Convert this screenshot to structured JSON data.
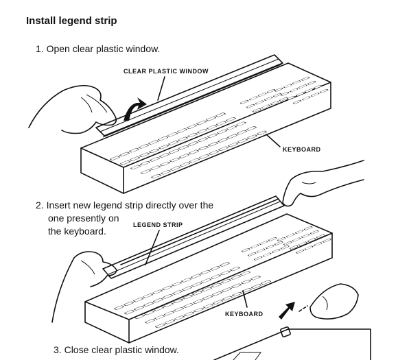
{
  "document": {
    "heading": "Install legend strip",
    "steps": [
      {
        "number": "1.",
        "text": "Open clear plastic window."
      },
      {
        "number": "2.",
        "text_lines": [
          "Insert new legend strip directly over the",
          "one presently on",
          "the keyboard."
        ]
      },
      {
        "number": "3.",
        "text": "Close clear plastic window."
      }
    ],
    "callouts": {
      "window": "CLEAR PLASTIC WINDOW",
      "keyboard_1": "KEYBOARD",
      "legend_strip": "LEGEND STRIP",
      "keyboard_2": "KEYBOARD"
    }
  }
}
